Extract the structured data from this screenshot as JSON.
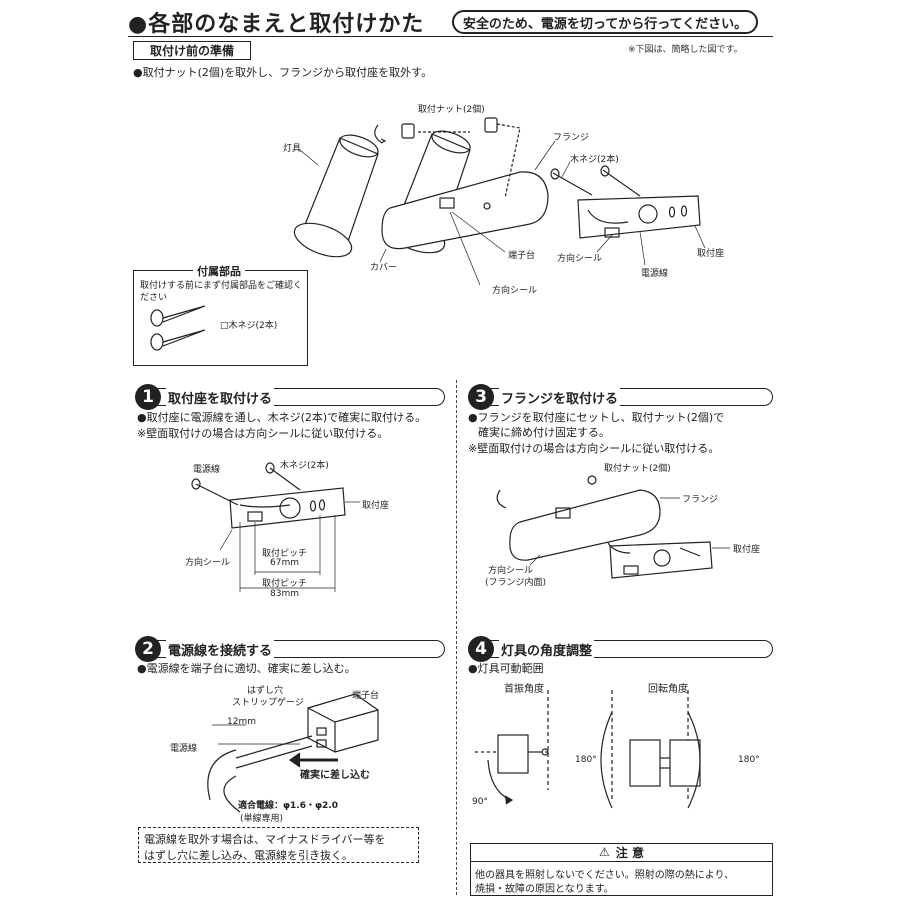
{
  "header": {
    "title": "●各部のなまえと取付けかた",
    "safety_note": "安全のため、電源を切ってから行ってください。"
  },
  "prep": {
    "label": "取付け前の準備",
    "note": "※下図は、簡略した図です。",
    "instruction": "●取付ナット(2個)を取外し、フランジから取付座を取外す。",
    "parts": {
      "nut": "取付ナット(2個)",
      "lamp": "灯具",
      "flange": "フランジ",
      "screw": "木ネジ(2本)",
      "cover": "カバー",
      "terminal": "端子台",
      "dir_seal_1": "方向シール",
      "dir_seal_2": "方向シール",
      "power_wire": "電源線",
      "mount": "取付座"
    }
  },
  "accessories": {
    "title": "付属部品",
    "note": "取付けする前にまず付属部品をご確認ください",
    "item": "□木ネジ(2本)"
  },
  "step1": {
    "num": "1",
    "title": "取付座を取付ける",
    "line1": "●取付座に電源線を通し、木ネジ(2本)で確実に取付ける。",
    "line2": "※壁面取付けの場合は方向シールに従い取付ける。",
    "labels": {
      "power_wire": "電源線",
      "screw": "木ネジ(2本)",
      "mount": "取付座",
      "dir_seal": "方向シール",
      "pitch1": "取付ピッチ",
      "pitch1_val": "67mm",
      "pitch2": "取付ピッチ",
      "pitch2_val": "83mm"
    }
  },
  "step2": {
    "num": "2",
    "title": "電源線を接続する",
    "line1": "●電源線を端子台に適切、確実に差し込む。",
    "labels": {
      "hole": "はずし穴",
      "strip": "ストリップゲージ",
      "terminal": "端子台",
      "length": "12mm",
      "power_wire": "電源線",
      "insert": "確実に差し込む",
      "wire_spec": "適合電線：φ1.6・φ2.0",
      "wire_note": "(単線専用)"
    },
    "remove_note_1": "電源線を取外す場合は、マイナスドライバー等を",
    "remove_note_2": "はずし穴に差し込み、電源線を引き抜く。"
  },
  "step3": {
    "num": "3",
    "title": "フランジを取付ける",
    "line1": "●フランジを取付座にセットし、取付ナット(2個)で",
    "line2": "確実に締め付け固定する。",
    "line3": "※壁面取付けの場合は方向シールに従い取付ける。",
    "labels": {
      "nut": "取付ナット(2個)",
      "flange": "フランジ",
      "mount": "取付座",
      "dir_seal": "方向シール",
      "dir_seal_sub": "(フランジ内面)"
    }
  },
  "step4": {
    "num": "4",
    "title": "灯具の角度調整",
    "line1": "●灯具可動範囲",
    "tilt": "首振角度",
    "rotate": "回転角度",
    "deg_90": "90°",
    "deg_180_l": "180°",
    "deg_180_r": "180°"
  },
  "caution": {
    "title": "注 意",
    "line1": "他の器具を照射しないでください。照射の際の熱により、",
    "line2": "焼損・故障の原因となります。"
  }
}
